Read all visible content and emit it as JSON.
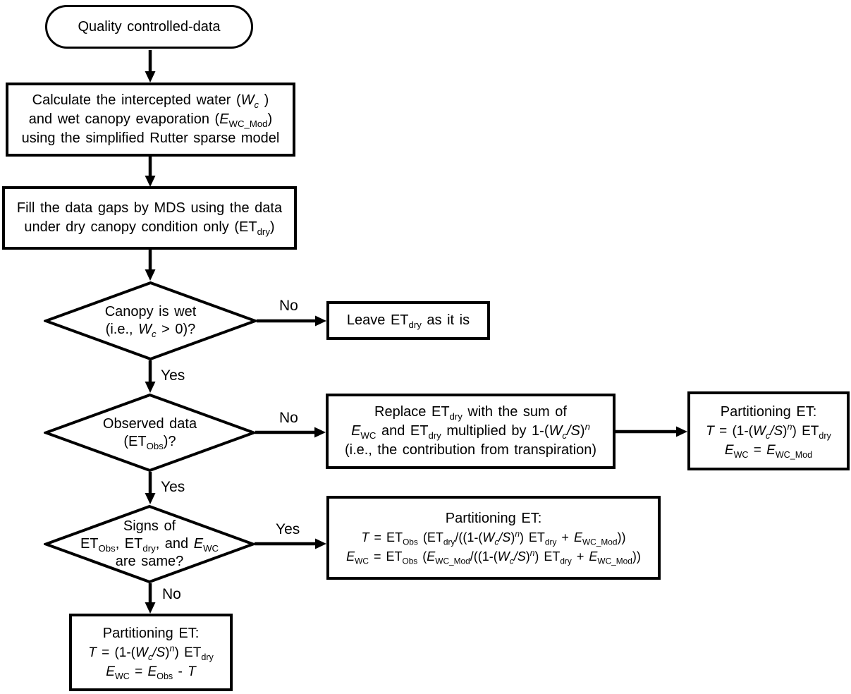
{
  "colors": {
    "stroke": "#000000",
    "fill": "#ffffff",
    "background": "#ffffff"
  },
  "nodes": {
    "start": {
      "type": "terminal",
      "lines": {
        "l1": [
          {
            "t": "Quality controlled-data"
          }
        ]
      }
    },
    "calc": {
      "type": "process",
      "lines": {
        "l1": [
          {
            "t": "Calculate the intercepted water ("
          },
          {
            "t": "W",
            "s": "i"
          },
          {
            "t": "c",
            "s": "isub"
          },
          {
            "t": " )"
          }
        ],
        "l2": [
          {
            "t": "and wet canopy evaporation ("
          },
          {
            "t": "E",
            "s": "i"
          },
          {
            "t": "WC_Mod",
            "s": "sub"
          },
          {
            "t": ")"
          }
        ],
        "l3": [
          {
            "t": "using the simplified Rutter sparse model"
          }
        ]
      }
    },
    "fill_gaps": {
      "type": "process",
      "lines": {
        "l1": [
          {
            "t": "Fill the data gaps by MDS using the data"
          }
        ],
        "l2": [
          {
            "t": "under dry canopy condition only (ET"
          },
          {
            "t": "dry",
            "s": "sub"
          },
          {
            "t": ")"
          }
        ]
      }
    },
    "canopy_wet": {
      "type": "decision",
      "lines": {
        "l1": [
          {
            "t": "Canopy is wet"
          }
        ],
        "l2": [
          {
            "t": "(i.e., "
          },
          {
            "t": "W",
            "s": "i"
          },
          {
            "t": "c",
            "s": "isub"
          },
          {
            "t": " > 0)?"
          }
        ]
      }
    },
    "leave_etdry": {
      "type": "process",
      "lines": {
        "l1": [
          {
            "t": "Leave ET"
          },
          {
            "t": "dry",
            "s": "sub"
          },
          {
            "t": " as it is"
          }
        ]
      }
    },
    "observed_data": {
      "type": "decision",
      "lines": {
        "l1": [
          {
            "t": "Observed data"
          }
        ],
        "l2": [
          {
            "t": "(ET"
          },
          {
            "t": "Obs",
            "s": "sub"
          },
          {
            "t": ")?"
          }
        ]
      }
    },
    "replace_etdry": {
      "type": "process",
      "lines": {
        "l1": [
          {
            "t": "Replace ET"
          },
          {
            "t": "dry",
            "s": "sub"
          },
          {
            "t": " with the sum of"
          }
        ],
        "l2": [
          {
            "t": "E",
            "s": "i"
          },
          {
            "t": "WC",
            "s": "sub"
          },
          {
            "t": " and ET"
          },
          {
            "t": "dry",
            "s": "sub"
          },
          {
            "t": " multiplied by 1-("
          },
          {
            "t": "W",
            "s": "i"
          },
          {
            "t": "c",
            "s": "isub"
          },
          {
            "t": "/",
            "s": "i"
          },
          {
            "t": "S",
            "s": "i"
          },
          {
            "t": ")"
          },
          {
            "t": "n",
            "s": "isup"
          }
        ],
        "l3": [
          {
            "t": "(i.e., the contribution from transpiration)"
          }
        ]
      }
    },
    "partition_model": {
      "type": "process",
      "lines": {
        "l1": [
          {
            "t": "Partitioning ET:"
          }
        ],
        "l2": [
          {
            "t": "T",
            "s": "i"
          },
          {
            "t": " = (1-("
          },
          {
            "t": "W",
            "s": "i"
          },
          {
            "t": "c",
            "s": "isub"
          },
          {
            "t": "/",
            "s": "i"
          },
          {
            "t": "S",
            "s": "i"
          },
          {
            "t": ")"
          },
          {
            "t": "n",
            "s": "isup"
          },
          {
            "t": ") ET"
          },
          {
            "t": "dry",
            "s": "sub"
          }
        ],
        "l3": [
          {
            "t": "E",
            "s": "i"
          },
          {
            "t": "WC",
            "s": "sub"
          },
          {
            "t": " = "
          },
          {
            "t": "E",
            "s": "i"
          },
          {
            "t": "WC_Mod",
            "s": "sub"
          }
        ]
      }
    },
    "signs_same": {
      "type": "decision",
      "lines": {
        "l1": [
          {
            "t": "Signs of"
          }
        ],
        "l2": [
          {
            "t": "ET"
          },
          {
            "t": "Obs",
            "s": "sub"
          },
          {
            "t": ", ET"
          },
          {
            "t": "dry",
            "s": "sub"
          },
          {
            "t": ", and "
          },
          {
            "t": "E",
            "s": "i"
          },
          {
            "t": "WC",
            "s": "sub"
          }
        ],
        "l3": [
          {
            "t": "are same?"
          }
        ]
      }
    },
    "partition_obs": {
      "type": "process",
      "lines": {
        "l1": [
          {
            "t": "Partitioning ET:"
          }
        ],
        "l2": [
          {
            "t": "T",
            "s": "i"
          },
          {
            "t": " = ET"
          },
          {
            "t": "Obs",
            "s": "sub"
          },
          {
            "t": " (ET"
          },
          {
            "t": "dry",
            "s": "sub"
          },
          {
            "t": "/((1-("
          },
          {
            "t": "W",
            "s": "i"
          },
          {
            "t": "c",
            "s": "isub"
          },
          {
            "t": "/",
            "s": "i"
          },
          {
            "t": "S",
            "s": "i"
          },
          {
            "t": ")"
          },
          {
            "t": "n",
            "s": "isup"
          },
          {
            "t": ") ET"
          },
          {
            "t": "dry",
            "s": "sub"
          },
          {
            "t": " + "
          },
          {
            "t": "E",
            "s": "i"
          },
          {
            "t": "WC_Mod",
            "s": "sub"
          },
          {
            "t": "))"
          }
        ],
        "l3": [
          {
            "t": "E",
            "s": "i"
          },
          {
            "t": "WC",
            "s": "sub"
          },
          {
            "t": " = ET"
          },
          {
            "t": "Obs",
            "s": "sub"
          },
          {
            "t": " ("
          },
          {
            "t": "E",
            "s": "i"
          },
          {
            "t": "WC_Mod",
            "s": "sub"
          },
          {
            "t": "/((1-("
          },
          {
            "t": "W",
            "s": "i"
          },
          {
            "t": "c",
            "s": "isub"
          },
          {
            "t": "/",
            "s": "i"
          },
          {
            "t": "S",
            "s": "i"
          },
          {
            "t": ")"
          },
          {
            "t": "n",
            "s": "isup"
          },
          {
            "t": ") ET"
          },
          {
            "t": "dry",
            "s": "sub"
          },
          {
            "t": " + "
          },
          {
            "t": "E",
            "s": "i"
          },
          {
            "t": "WC_Mod",
            "s": "sub"
          },
          {
            "t": "))"
          }
        ]
      }
    },
    "partition_residual": {
      "type": "process",
      "lines": {
        "l1": [
          {
            "t": "Partitioning ET:"
          }
        ],
        "l2": [
          {
            "t": "T",
            "s": "i"
          },
          {
            "t": " = (1-("
          },
          {
            "t": "W",
            "s": "i"
          },
          {
            "t": "c",
            "s": "isub"
          },
          {
            "t": "/",
            "s": "i"
          },
          {
            "t": "S",
            "s": "i"
          },
          {
            "t": ")"
          },
          {
            "t": "n",
            "s": "isup"
          },
          {
            "t": ") ET"
          },
          {
            "t": "dry",
            "s": "sub"
          }
        ],
        "l3": [
          {
            "t": "E",
            "s": "i"
          },
          {
            "t": "WC",
            "s": "sub"
          },
          {
            "t": " = "
          },
          {
            "t": "E",
            "s": "i"
          },
          {
            "t": "Obs",
            "s": "sub"
          },
          {
            "t": " - "
          },
          {
            "t": "T",
            "s": "i"
          }
        ]
      }
    }
  },
  "edge_labels": {
    "canopy_no": "No",
    "canopy_yes": "Yes",
    "observed_no": "No",
    "observed_yes": "Yes",
    "signs_yes": "Yes",
    "signs_no": "No"
  }
}
